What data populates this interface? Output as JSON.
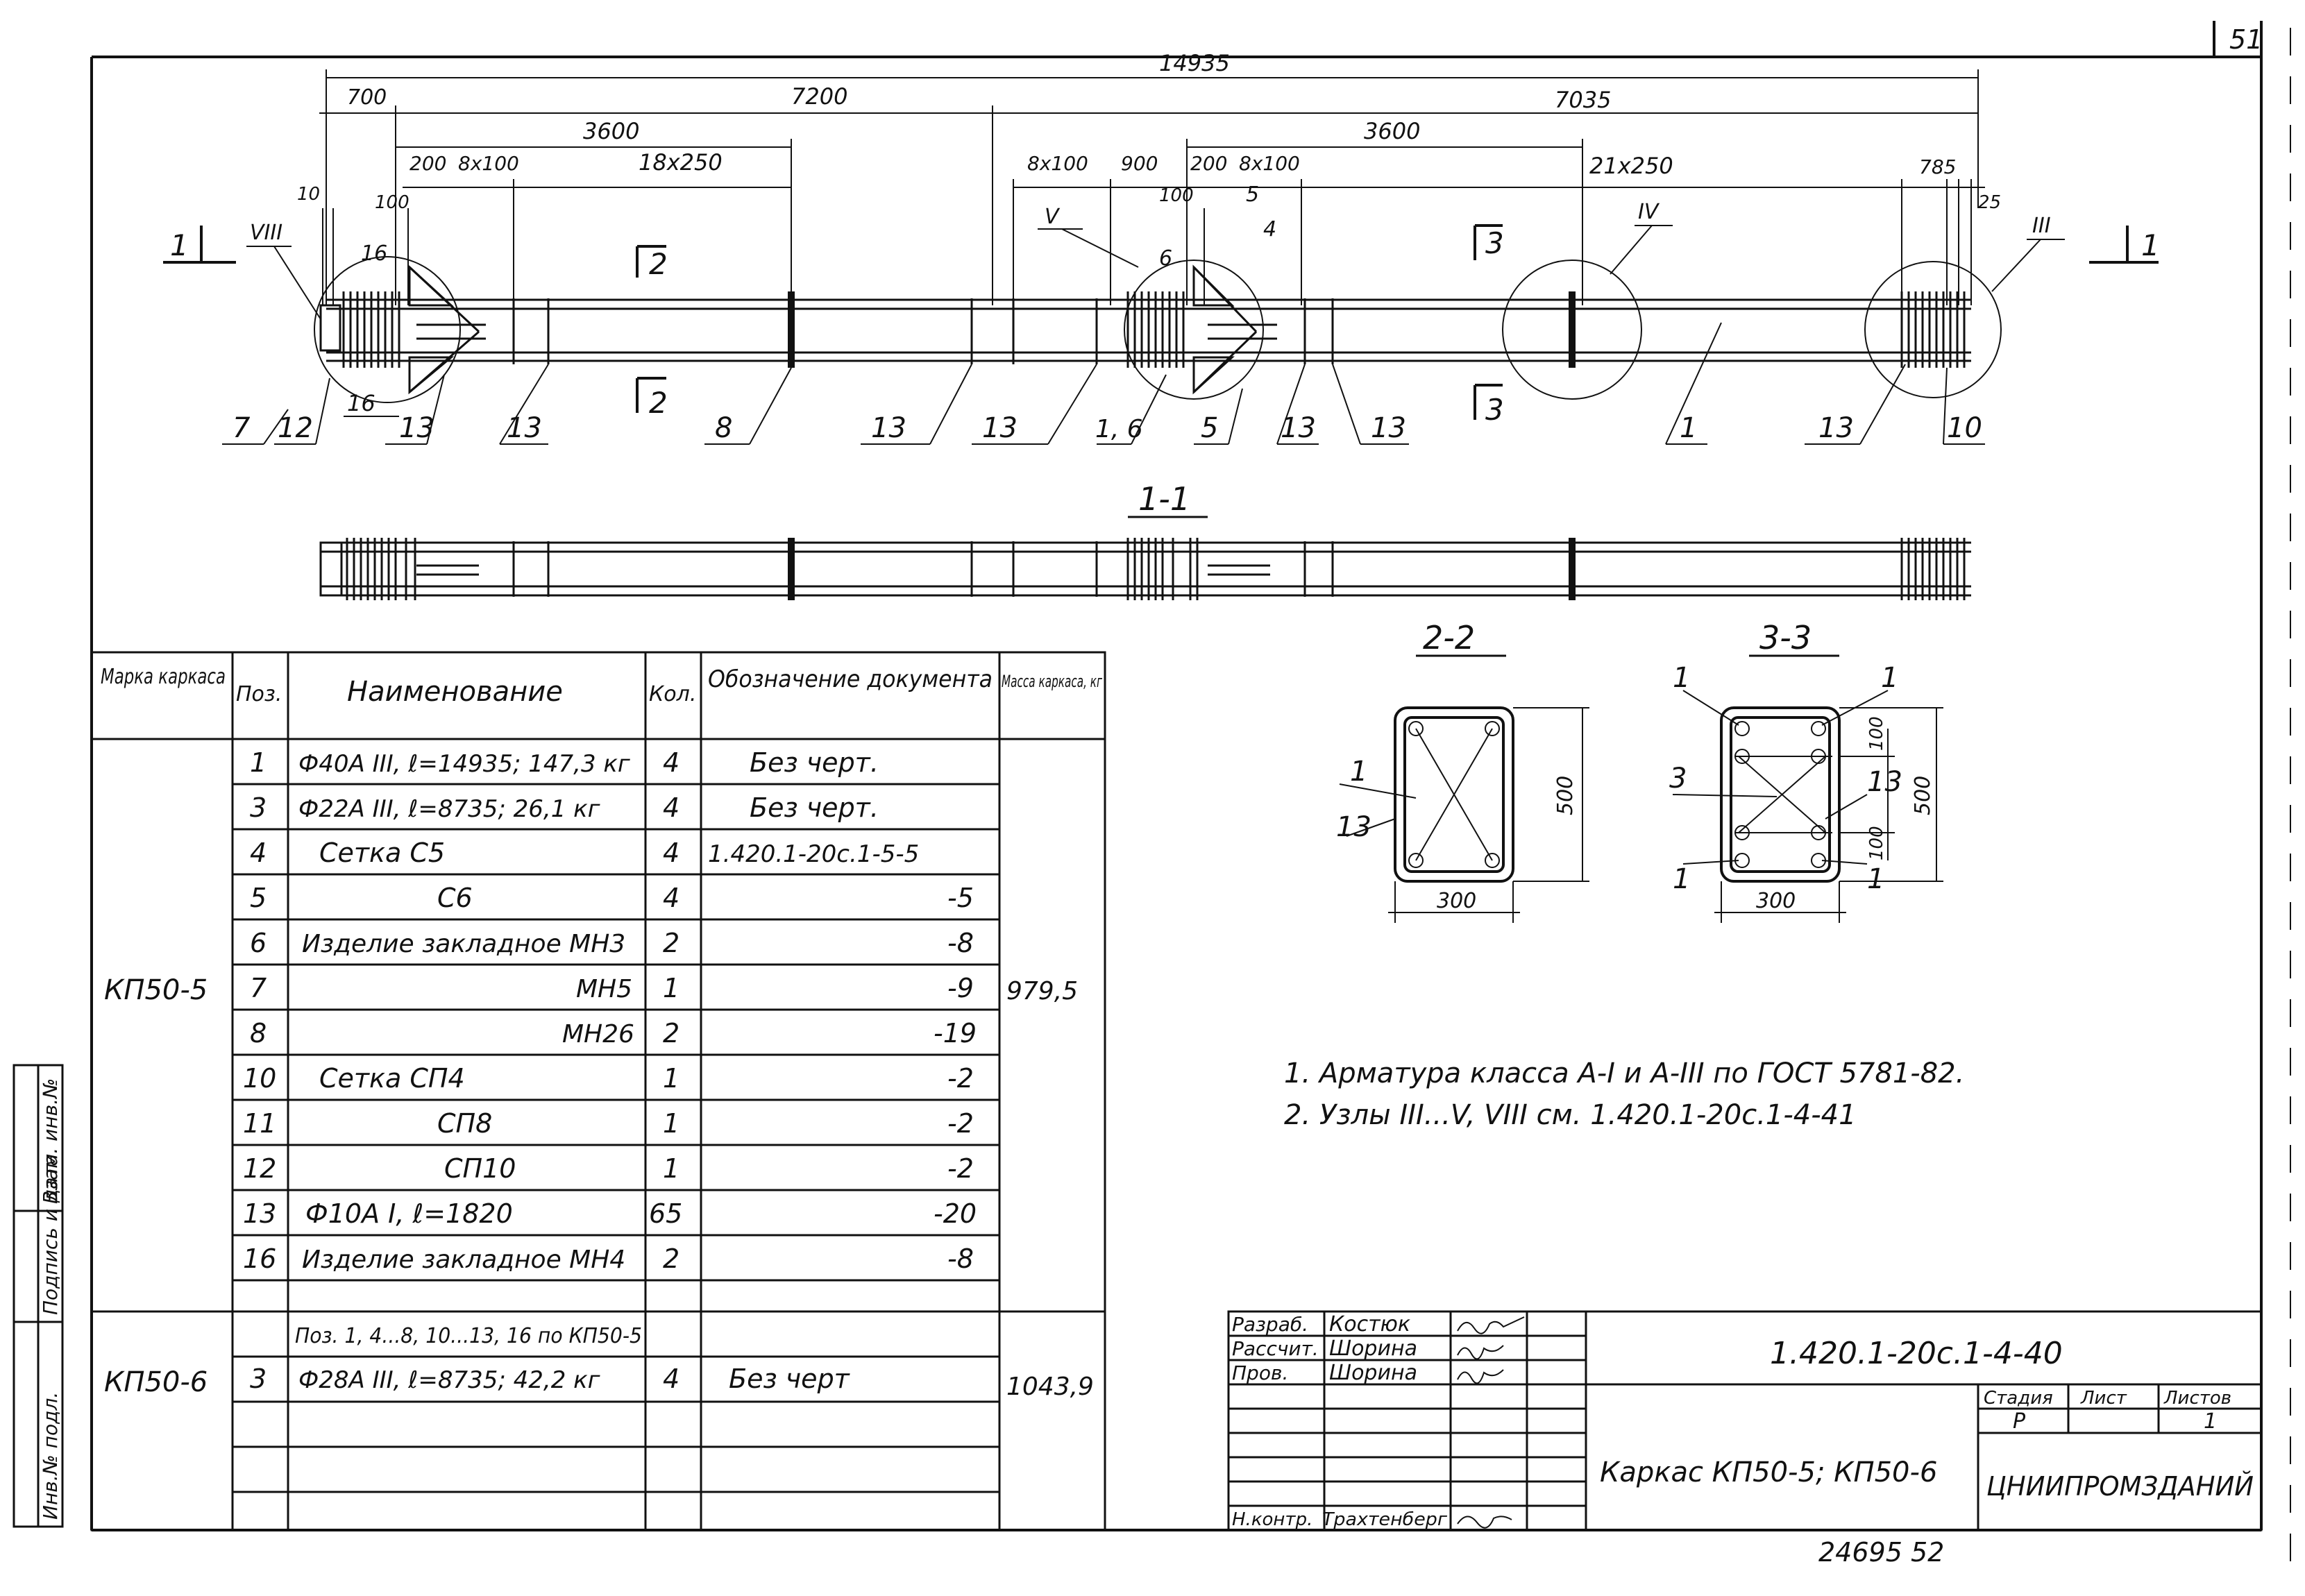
{
  "sheet": {
    "page_number": "51",
    "footer_number": "24695  52"
  },
  "elevation": {
    "dimensions": {
      "overall": "14935",
      "left_len": "7200",
      "right_len": "7035",
      "left_offset": "700",
      "left_half": "3600",
      "right_half": "3600",
      "d200_left": "200",
      "d8x100_a": "8x100",
      "d18x250": "18x250",
      "d8x100_b": "8x100",
      "d900": "900",
      "d200_mid": "200",
      "d8x100_c": "8x100",
      "d21x250": "21x250",
      "d785": "785",
      "d10": "10",
      "d100_left": "100",
      "d100_mid": "100",
      "d25": "25"
    },
    "node_labels": {
      "viii": "VIII",
      "v": "V",
      "iv": "IV",
      "iii": "III"
    },
    "section_marks": {
      "s1_left": "1",
      "s1_right": "1",
      "s2_top": "2",
      "s2_bottom": "2",
      "s3_top": "3",
      "s3_bottom": "3"
    },
    "callouts_top": {
      "c16a": "16",
      "c6": "6",
      "c5": "5",
      "c4": "4"
    },
    "callouts_bottom": [
      "7",
      "12",
      "16",
      "13",
      "13",
      "8",
      "13",
      "13",
      "1, 6",
      "5",
      "13",
      "13",
      "1",
      "13",
      "10"
    ]
  },
  "section_1_1": {
    "title": "1-1"
  },
  "section_2_2": {
    "title": "2-2",
    "height": "500",
    "width": "300",
    "callout_a": "1",
    "callout_b": "13"
  },
  "section_3_3": {
    "title": "3-3",
    "height": "500",
    "width": "300",
    "dim_top": "100",
    "dim_bottom": "100",
    "callouts": [
      "1",
      "1",
      "3",
      "13",
      "1",
      "1"
    ]
  },
  "spec_table": {
    "headers": {
      "mark": "Марка каркаса",
      "pos": "Поз.",
      "name": "Наименование",
      "qty": "Кол.",
      "doc": "Обозначение документа",
      "mass": "Масса каркаса, кг"
    },
    "group1": {
      "mark": "КП50-5",
      "mass": "979,5"
    },
    "rows": [
      {
        "pos": "1",
        "name": "Ф40А III, ℓ=14935; 147,3 кг",
        "qty": "4",
        "doc": "Без черт."
      },
      {
        "pos": "3",
        "name": "Ф22А III, ℓ=8735; 26,1 кг",
        "qty": "4",
        "doc": "Без черт."
      },
      {
        "pos": "4",
        "name": "Сетка  С5",
        "qty": "4",
        "doc": "1.420.1-20с.1-5-5"
      },
      {
        "pos": "5",
        "name": "С6",
        "qty": "4",
        "doc": "-5"
      },
      {
        "pos": "6",
        "name": "Изделие закладное МН3",
        "qty": "2",
        "doc": "-8"
      },
      {
        "pos": "7",
        "name": "МН5",
        "qty": "1",
        "doc": "-9"
      },
      {
        "pos": "8",
        "name": "МН26",
        "qty": "2",
        "doc": "-19"
      },
      {
        "pos": "10",
        "name": "Сетка СП4",
        "qty": "1",
        "doc": "-2"
      },
      {
        "pos": "11",
        "name": "СП8",
        "qty": "1",
        "doc": "-2"
      },
      {
        "pos": "12",
        "name": "СП10",
        "qty": "1",
        "doc": "-2"
      },
      {
        "pos": "13",
        "name": "Ф10А I, ℓ=1820",
        "qty": "65",
        "doc": "-20"
      },
      {
        "pos": "16",
        "name": "Изделие закладное МН4",
        "qty": "2",
        "doc": "-8"
      }
    ],
    "group2": {
      "mark": "КП50-6",
      "mass": "1043,9",
      "note": "Поз. 1, 4...8, 10...13, 16 по КП50-5",
      "row": {
        "pos": "3",
        "name": "Ф28А III, ℓ=8735; 42,2 кг",
        "qty": "4",
        "doc": "Без черт"
      }
    }
  },
  "notes": [
    "1. Арматура класса А-I и А-III по ГОСТ 5781-82.",
    "2. Узлы III...V, VIII см. 1.420.1-20с.1-4-41"
  ],
  "side_stamp": [
    "Инв.№ подл.",
    "Подпись и дата",
    "Взам. инв.№"
  ],
  "title_block": {
    "roles": [
      {
        "role": "Разраб.",
        "name": "Костюк"
      },
      {
        "role": "Рассчит.",
        "name": "Шорина"
      },
      {
        "role": "Пров.",
        "name": "Шорина"
      },
      {
        "role": "Н.контр.",
        "name": "Трахтенберг"
      }
    ],
    "doc_code": "1.420.1-20с.1-4-40",
    "title": "Каркас КП50-5; КП50-6",
    "stage_label": "Стадия",
    "sheet_label": "Лист",
    "sheets_label": "Листов",
    "stage": "Р",
    "sheets": "1",
    "org": "ЦНИИПРОМЗДАНИЙ"
  }
}
